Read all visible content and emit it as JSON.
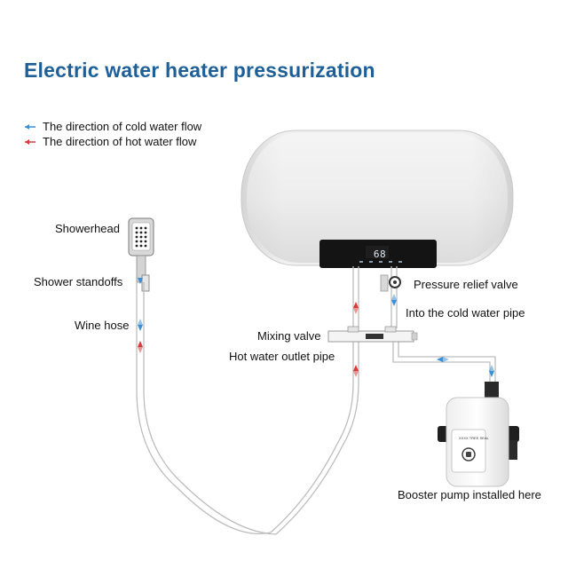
{
  "title": "Electric water heater pressurization",
  "legend": {
    "cold": {
      "label": "The direction of cold water flow",
      "color": "#3a8fd6"
    },
    "hot": {
      "label": "The direction of hot water flow",
      "color": "#d93a3a"
    }
  },
  "labels": {
    "showerhead": "Showerhead",
    "shower_standoffs": "Shower standoffs",
    "wine_hose": "Wine hose",
    "pressure_relief_valve": "Pressure relief valve",
    "cold_water_pipe": "Into the cold water pipe",
    "mixing_valve": "Mixing valve",
    "hot_water_outlet": "Hot water outlet pipe",
    "booster_pump": "Booster pump installed here"
  },
  "heater": {
    "display_value": "68"
  },
  "pump": {
    "brand_text": "XXXX TREE SEAL"
  }
}
